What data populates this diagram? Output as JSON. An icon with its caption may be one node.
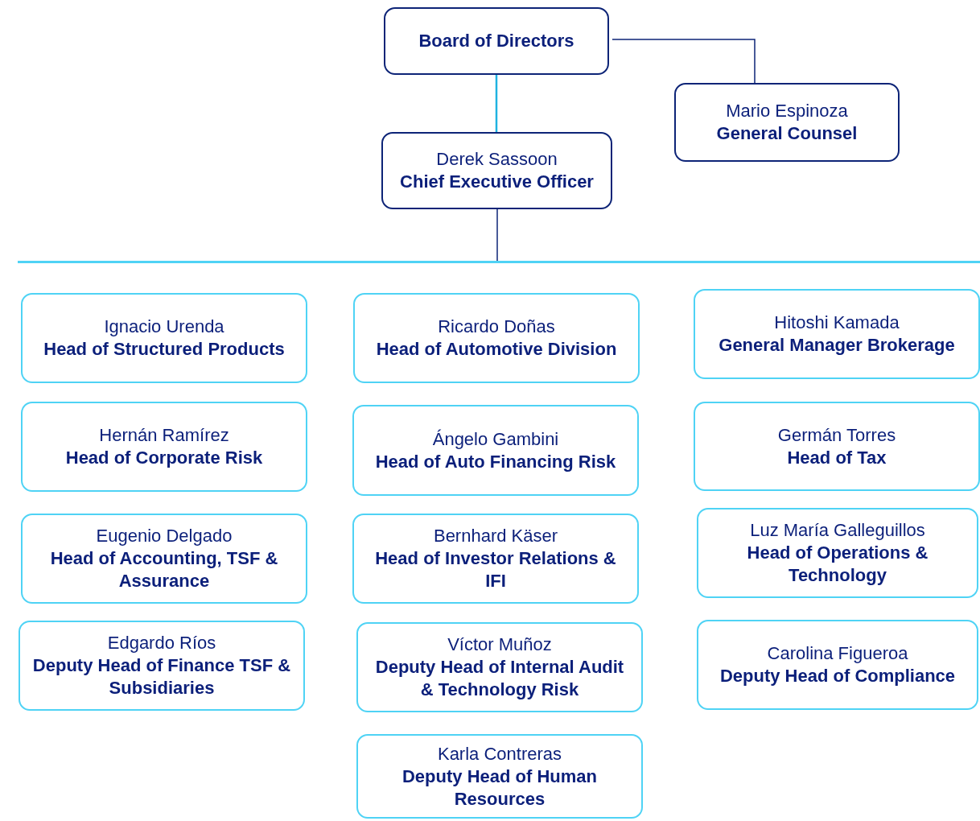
{
  "diagram": {
    "nodes": [
      {
        "text": [
          "Board of Directors"
        ]
      },
      {
        "text": [
          "Mario Espinoza",
          "General Counsel"
        ]
      },
      {
        "text": [
          "Derek Sassoon",
          "Chief Executive Officer"
        ]
      },
      {
        "text": [],
        "shape": "bar"
      },
      {
        "text": [
          "Ignacio Urenda",
          "Head of Structured Products"
        ]
      },
      {
        "text": [
          "Ricardo Doñas",
          "Head of Automotive Division"
        ]
      },
      {
        "text": [
          "Hitoshi Kamada",
          "General Manager Brokerage"
        ]
      },
      {
        "text": [
          "Hernán Ramírez",
          "Head of Corporate Risk"
        ]
      },
      {
        "text": [
          "Ángelo Gambini",
          "Head of Auto Financing Risk"
        ]
      },
      {
        "text": [
          "Germán Torres",
          "Head of Tax"
        ]
      },
      {
        "text": [
          "Eugenio Delgado",
          "Head of Accounting, TSF & Assurance"
        ]
      },
      {
        "text": [
          "Bernhard Käser",
          "Head of Investor Relations & IFI"
        ]
      },
      {
        "text": [
          "Luz María Galleguillos",
          "Head of Operations & Technology"
        ]
      },
      {
        "text": [
          "Edgardo Ríos",
          "Deputy Head of Finance TSF & Subsidiaries"
        ]
      },
      {
        "text": [
          "Víctor Muñoz",
          "Deputy Head of Internal Audit & Technology Risk"
        ]
      },
      {
        "text": [
          "Carolina Figueroa",
          "Deputy Head of Compliance"
        ]
      },
      {
        "text": [
          "Karla Contreras",
          "Deputy Head of Human Resources"
        ]
      }
    ],
    "edges": [
      {
        "from": 0,
        "to": 2,
        "arrow": "none",
        "color": "#1fb3e0"
      },
      {
        "from": 0,
        "to": 1,
        "arrow": "none"
      },
      {
        "from": 2,
        "to": 3,
        "arrow": "none"
      }
    ]
  }
}
